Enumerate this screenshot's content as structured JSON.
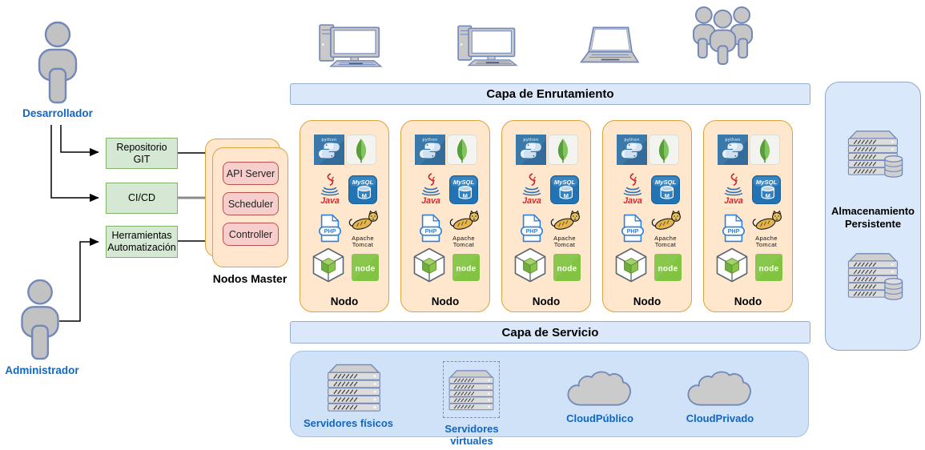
{
  "actors": {
    "developer": "Desarrollador",
    "admin": "Administrador"
  },
  "tools": {
    "git": "Repositorio GIT",
    "cicd": "CI/CD",
    "automation": "Herramientas Automatización"
  },
  "master": {
    "label": "Nodos Master",
    "items": [
      "API Server",
      "Scheduler",
      "Controller"
    ]
  },
  "layers": {
    "routing": "Capa de Enrutamiento",
    "service": "Capa de Servicio"
  },
  "node": {
    "label": "Nodo",
    "count": 5,
    "stack": [
      "python",
      "mongodb",
      "java",
      "mysql",
      "php",
      "apache-tomcat",
      "package",
      "nodejs"
    ]
  },
  "tech": {
    "python": "python",
    "java": "Java",
    "mysql": "MySQL",
    "mysql_m": "M",
    "php": "PHP",
    "tomcat": [
      "Apache",
      "Tomcat"
    ],
    "node": "node"
  },
  "storage": {
    "label": "Almacenamiento Persistente"
  },
  "infra": {
    "physical": "Servidores físicos",
    "virtual": "Servidores virtuales",
    "public_cloud": "CloudPúblico",
    "private_cloud": "CloudPrivado"
  },
  "clients": [
    "desktop-computer",
    "desktop-computer",
    "laptop",
    "user-group"
  ],
  "colors": {
    "node_fill": "#ffe7cd",
    "node_stroke": "#d9a43b",
    "component_fill": "#f8cecc",
    "component_stroke": "#b85450",
    "tool_fill": "#d5e8d4",
    "tool_stroke": "#82b366",
    "layer_fill": "#dbe8fa",
    "layer_stroke": "#97adcf",
    "infra_panel_fill": "#cfe2f7",
    "storage_panel_fill": "#dae8fc",
    "label_blue": "#1265c0",
    "icon_fill": "#c9c9c9",
    "icon_stroke": "#7288b8"
  }
}
